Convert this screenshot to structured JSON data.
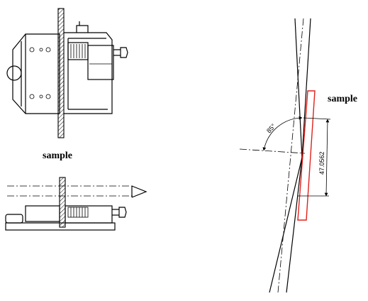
{
  "labels": {
    "sample_left": "sample",
    "sample_right": "sample",
    "angle": "85°",
    "length": "47.0562"
  },
  "colors": {
    "line": "#000000",
    "highlight": "#e0201a"
  }
}
